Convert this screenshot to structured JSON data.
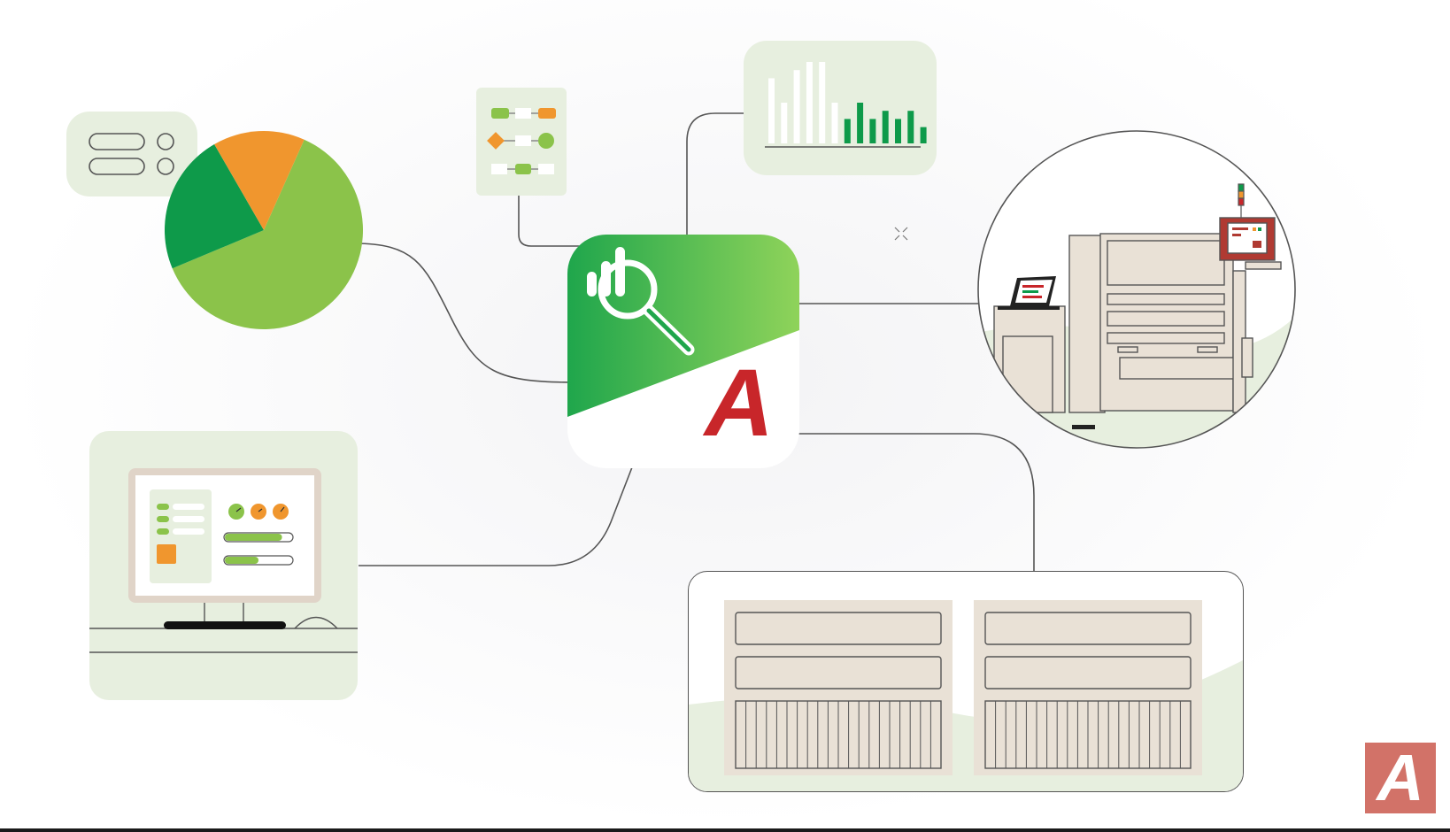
{
  "colors": {
    "brand_red": "#c8262a",
    "brand_green_dark": "#1fa64c",
    "brand_green_light": "#8fd35a",
    "green_medium": "#8bc34a",
    "green_dark": "#0e9a4a",
    "orange": "#f0962e",
    "panel_bg": "#e7efdf",
    "machine_beige": "#e9e1d6",
    "line": "#555555",
    "watermark_bg": "#d27268"
  },
  "icons": {
    "app": "analytics-magnifier-icon",
    "brand_letter": "A",
    "watermark_letter": "A"
  },
  "pie": {
    "slices": [
      {
        "share": 0.62,
        "color": "#8bc34a"
      },
      {
        "share": 0.23,
        "color": "#0e9a4a"
      },
      {
        "share": 0.15,
        "color": "#f0962e"
      }
    ]
  },
  "bar_chart": {
    "values": [
      8,
      5,
      9,
      10,
      10,
      5,
      3,
      5,
      3,
      4,
      3,
      4,
      2
    ],
    "colors": [
      "#ffffff",
      "#ffffff",
      "#ffffff",
      "#ffffff",
      "#ffffff",
      "#ffffff",
      "#0e9a4a",
      "#0e9a4a",
      "#0e9a4a",
      "#0e9a4a",
      "#0e9a4a",
      "#0e9a4a",
      "#0e9a4a"
    ]
  },
  "monitor": {
    "progress_bars": [
      0.85,
      0.5
    ]
  }
}
